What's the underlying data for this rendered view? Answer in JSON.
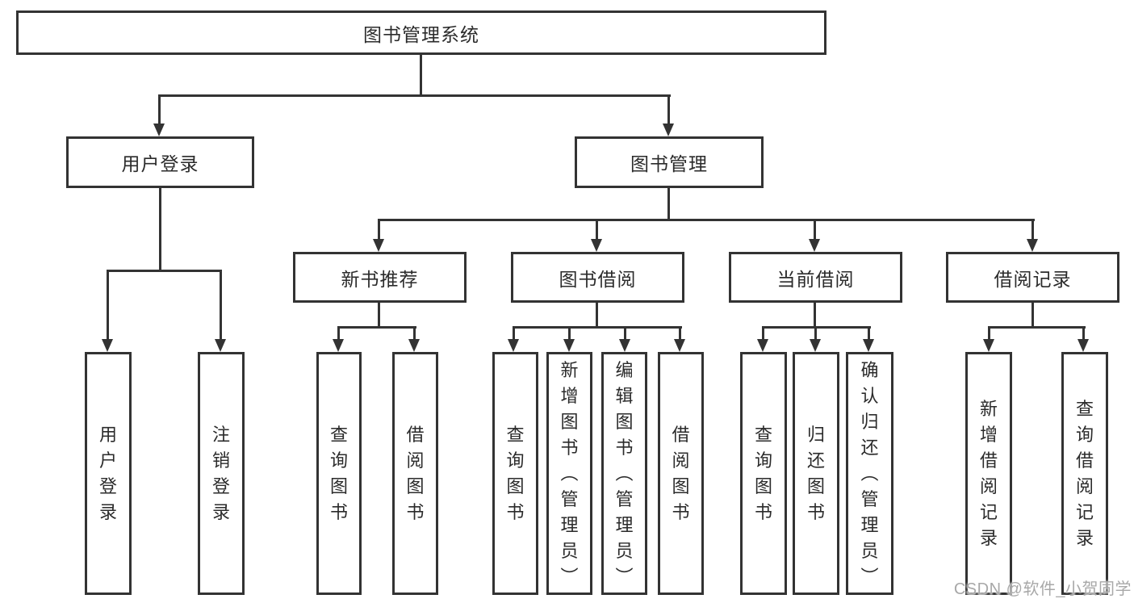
{
  "diagram": {
    "root": {
      "label": "图书管理系统"
    },
    "level2": [
      {
        "label": "用户登录"
      },
      {
        "label": "图书管理"
      }
    ],
    "level3": [
      {
        "label": "新书推荐"
      },
      {
        "label": "图书借阅"
      },
      {
        "label": "当前借阅"
      },
      {
        "label": "借阅记录"
      }
    ],
    "leaves": {
      "user_login": [
        {
          "label": "用户登录"
        },
        {
          "label": "注销登录"
        }
      ],
      "new_book_recommend": [
        {
          "label": "查询图书"
        },
        {
          "label": "借阅图书"
        }
      ],
      "book_borrow": [
        {
          "label": "查询图书"
        },
        {
          "label": "新增图书（管理员）"
        },
        {
          "label": "编辑图书（管理员）"
        },
        {
          "label": "借阅图书"
        }
      ],
      "current_borrow": [
        {
          "label": "查询图书"
        },
        {
          "label": "归还图书"
        },
        {
          "label": "确认归还（管理员）"
        }
      ],
      "borrow_records": [
        {
          "label": "新增借阅记录"
        },
        {
          "label": "查询借阅记录"
        }
      ]
    },
    "watermark": "CSDN @软件_小贺同学",
    "colors": {
      "line": "#333333",
      "text": "#2b2b2b",
      "watermark": "#a8a8a8",
      "background": "#ffffff"
    }
  }
}
